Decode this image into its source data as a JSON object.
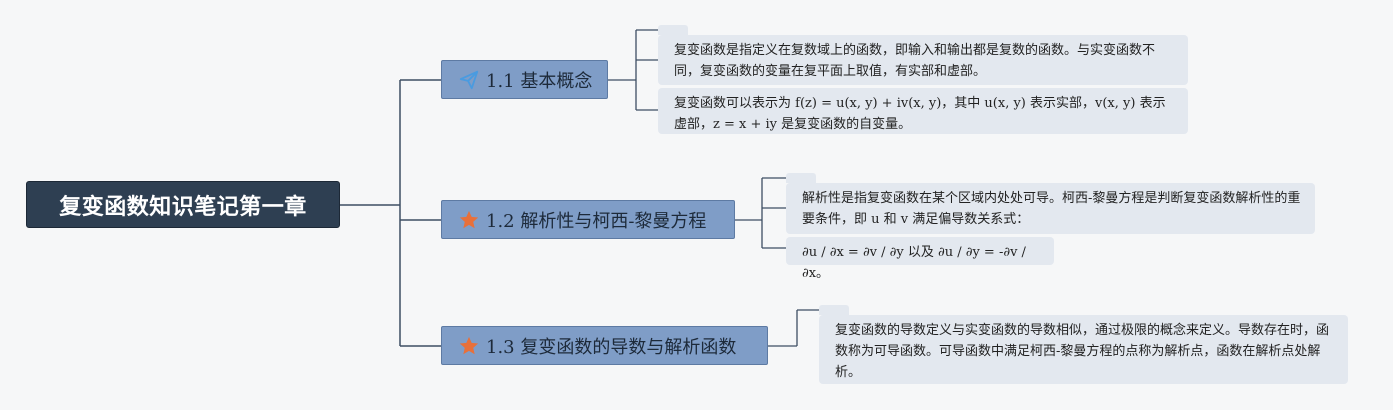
{
  "root": {
    "title": "复变函数知识笔记第一章"
  },
  "branches": [
    {
      "label": "1.1 基本概念",
      "icon": "paper-plane-icon",
      "icon_color": "#4a9be0",
      "notes": [
        "复变函数是指定义在复数域上的函数，即输入和输出都是复数的函数。与实变函数不同，复变函数的变量在复平面上取值，有实部和虚部。",
        "复变函数可以表示为 f(z) = u(x, y) + iv(x, y)，其中 u(x, y) 表示实部，v(x, y) 表示虚部，z = x + iy 是复变函数的自变量。"
      ]
    },
    {
      "label": "1.2 解析性与柯西-黎曼方程",
      "icon": "star-icon",
      "icon_color": "#e8703a",
      "notes": [
        "解析性是指复变函数在某个区域内处处可导。柯西-黎曼方程是判断复变函数解析性的重要条件，即 u 和 v 满足偏导数关系式：",
        "∂u / ∂x = ∂v / ∂y 以及 ∂u / ∂y = -∂v / ∂x。"
      ]
    },
    {
      "label": "1.3 复变函数的导数与解析函数",
      "icon": "star-icon",
      "icon_color": "#e8703a",
      "notes": [
        "复变函数的导数定义与实变函数的导数相似，通过极限的概念来定义。导数存在时，函数称为可导函数。可导函数中满足柯西-黎曼方程的点称为解析点，函数在解析点处解析。"
      ]
    }
  ],
  "colors": {
    "background": "#f6f7f8",
    "root_fill": "#2e3f52",
    "branch_fill": "#7f9dc7",
    "note_fill": "#e3e8ef",
    "line": "#3d4e63"
  }
}
